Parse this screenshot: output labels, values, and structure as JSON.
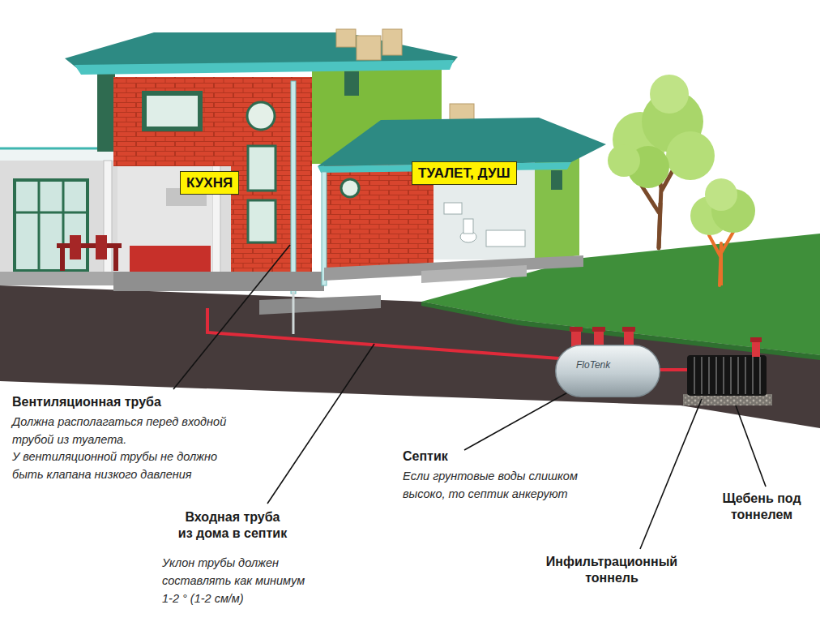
{
  "diagram": {
    "nodes": [
      {
        "text": [
          "КУХНЯ"
        ]
      },
      {
        "text": [
          "ТУАЛЕТ, ДУШ"
        ]
      },
      {
        "text": [
          "FloTenk"
        ]
      }
    ],
    "labels": [
      "Вентиляционная труба",
      "Должна располагаться перед входной трубой из туалета.",
      "У вентиляционной трубы не должно быть клапана низкого давления",
      "Входная труба из дома в септик",
      "Уклон трубы должен составлять как минимум 1-2 ° (1-2 см/м)",
      "Септик",
      "Если грунтовые воды слишком высоко, то септик анкеруют",
      "Инфильтрационный тоннель",
      "Щебень под тоннелем"
    ]
  }
}
